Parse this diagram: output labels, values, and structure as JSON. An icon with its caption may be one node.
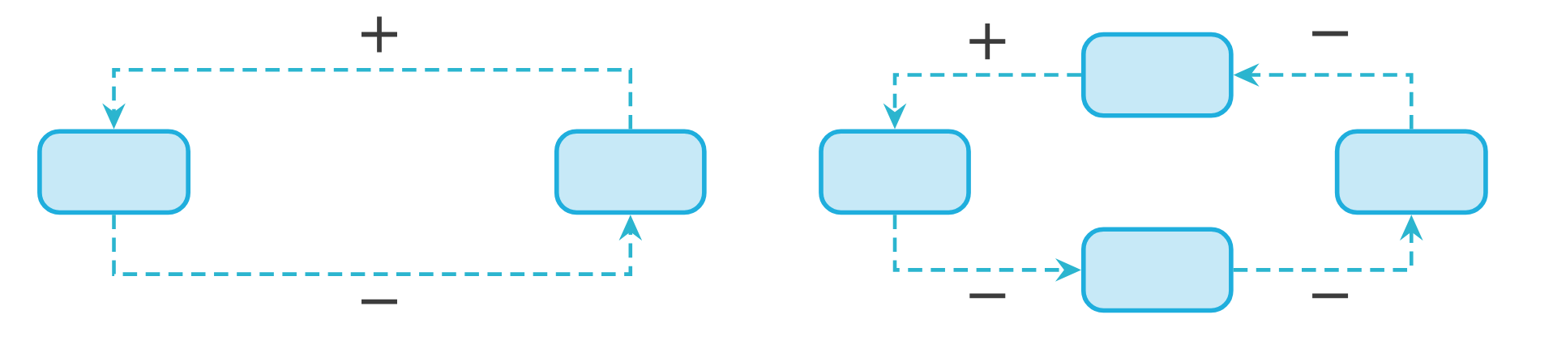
{
  "diagram": {
    "nodes": [
      {
        "text": [],
        "shape": "box"
      },
      {
        "text": [],
        "shape": "box"
      },
      {
        "text": [],
        "shape": "box"
      },
      {
        "text": [],
        "shape": "box"
      },
      {
        "text": [],
        "shape": "box"
      },
      {
        "text": [],
        "shape": "box"
      }
    ],
    "edges": [
      {
        "from": 1,
        "to": 0,
        "arrow": "to",
        "style": "dashed",
        "label": "+"
      },
      {
        "from": 0,
        "to": 1,
        "arrow": "to",
        "style": "dashed",
        "label": "−"
      },
      {
        "from": 3,
        "to": 2,
        "arrow": "to",
        "style": "dashed",
        "label": "+"
      },
      {
        "from": 5,
        "to": 3,
        "arrow": "to",
        "style": "dashed",
        "label": "−"
      },
      {
        "from": 2,
        "to": 4,
        "arrow": "to",
        "style": "dashed",
        "label": "−"
      },
      {
        "from": 4,
        "to": 5,
        "arrow": "to",
        "style": "dashed",
        "label": "−"
      }
    ]
  }
}
